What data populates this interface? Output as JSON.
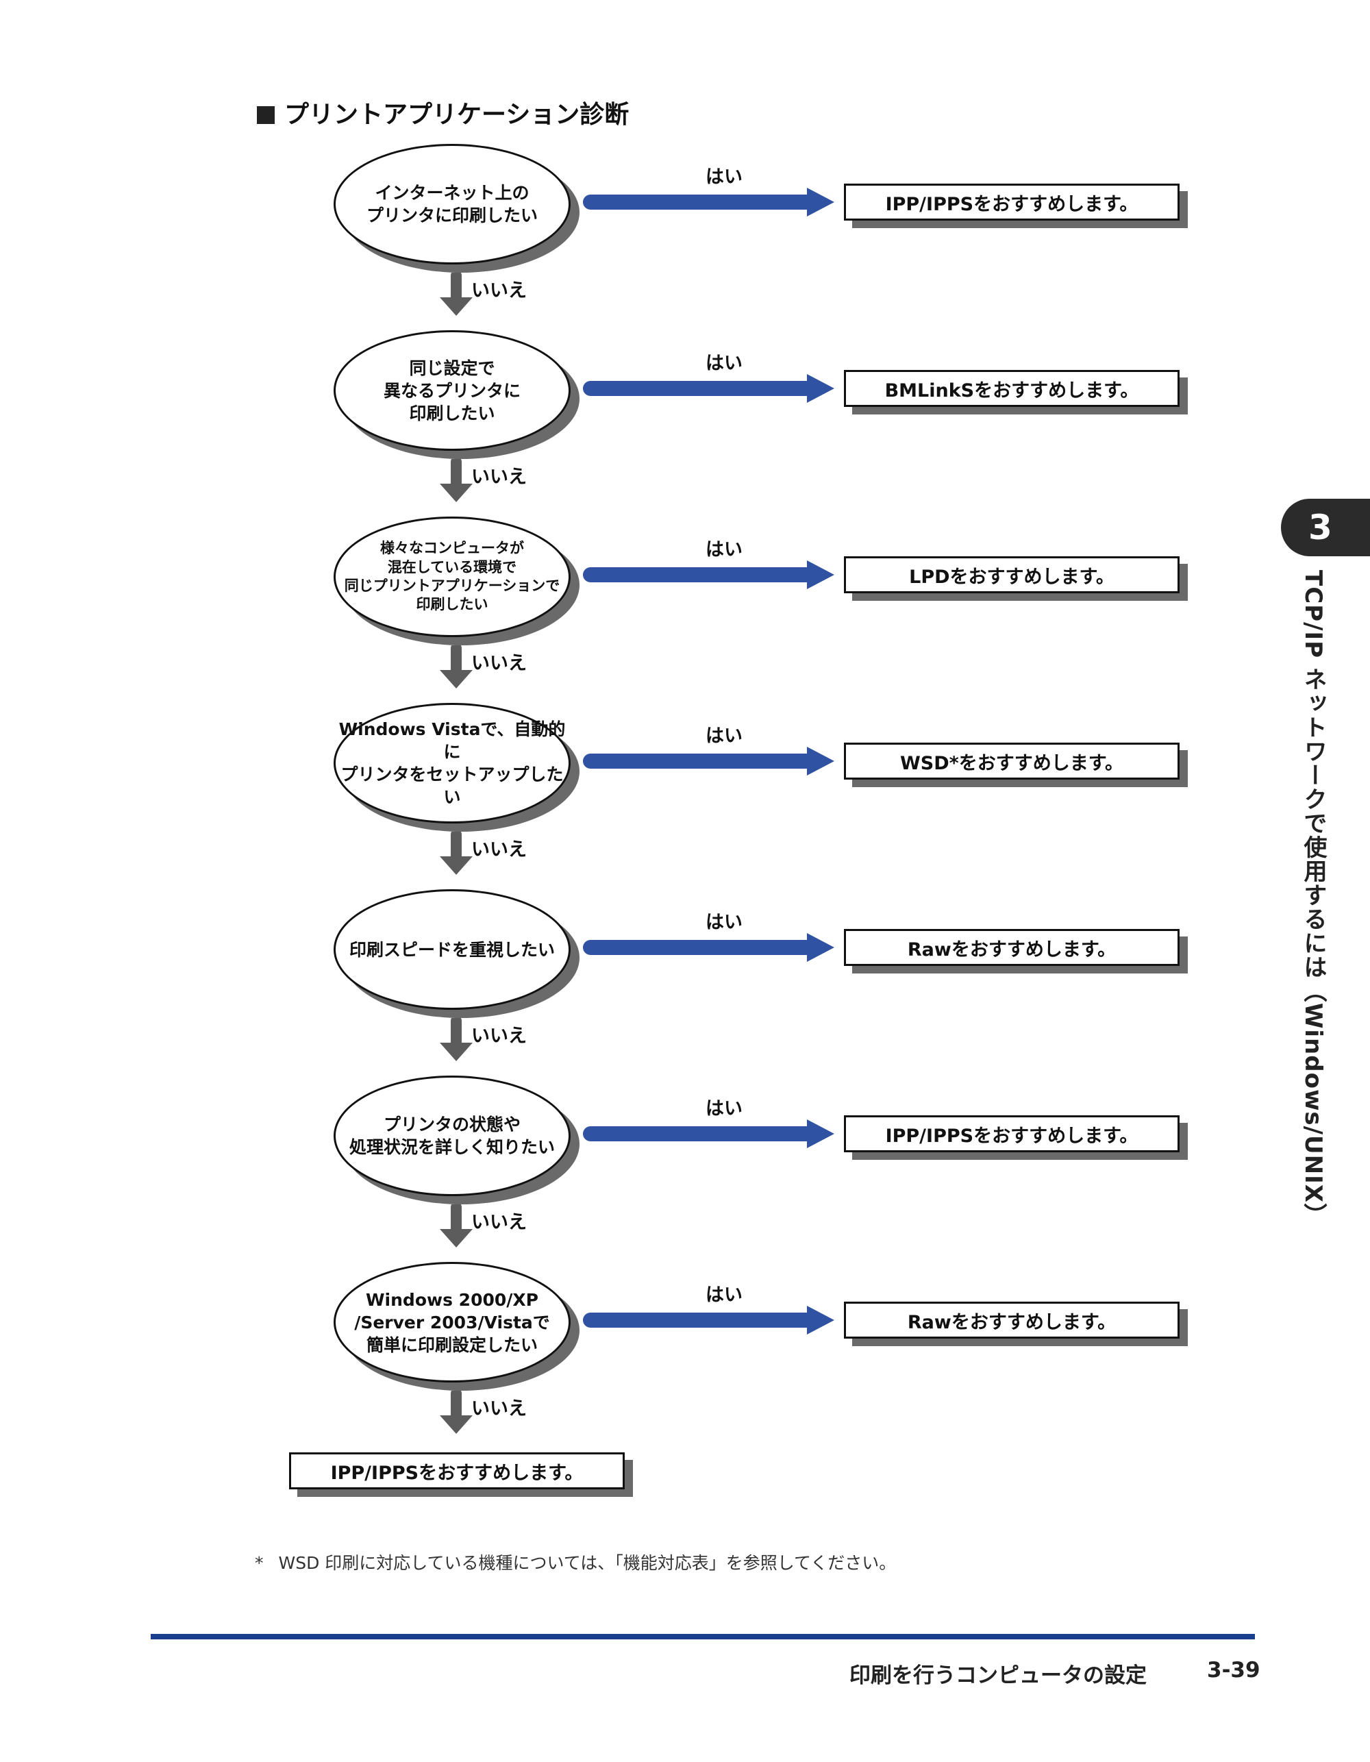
{
  "section": {
    "bullet": "■",
    "title": "プリントアプリケーション診断"
  },
  "flow": [
    {
      "question": "インターネット上の\nプリンタに印刷したい",
      "yes": "はい",
      "result": "IPP/IPPSをおすすめします。",
      "no": "いいえ"
    },
    {
      "question": "同じ設定で\n異なるプリンタに\n印刷したい",
      "yes": "はい",
      "result": "BMLinkSをおすすめします。",
      "no": "いいえ"
    },
    {
      "question": "様々なコンピュータが\n混在している環境で\n同じプリントアプリケーションで\n印刷したい",
      "yes": "はい",
      "result": "LPDをおすすめします。",
      "no": "いいえ"
    },
    {
      "question": "Windows Vistaで、自動的に\nプリンタをセットアップしたい",
      "yes": "はい",
      "result": "WSD*をおすすめします。",
      "no": "いいえ"
    },
    {
      "question": "印刷スピードを重視したい",
      "yes": "はい",
      "result": "Rawをおすすめします。",
      "no": "いいえ"
    },
    {
      "question": "プリンタの状態や\n処理状況を詳しく知りたい",
      "yes": "はい",
      "result": "IPP/IPPSをおすすめします。",
      "no": "いいえ"
    },
    {
      "question": "Windows 2000/XP\n/Server 2003/Vistaで\n簡単に印刷設定したい",
      "yes": "はい",
      "result": "Rawをおすすめします。",
      "no": "いいえ"
    }
  ],
  "final_result": "IPP/IPPSをおすすめします。",
  "footnote": {
    "mark": "*",
    "text": "WSD 印刷に対応している機種については、「機能対応表」を参照してください。"
  },
  "footer": {
    "title": "印刷を行うコンピュータの設定",
    "page": "3-39"
  },
  "chapter": {
    "number": "3",
    "title": "TCP/IP ネットワークで使用するには（Windows/UNIX）"
  },
  "colors": {
    "yes_arrow": "#2f52a3",
    "no_arrow": "#5c5c5c",
    "rule": "#1a3f8f"
  }
}
